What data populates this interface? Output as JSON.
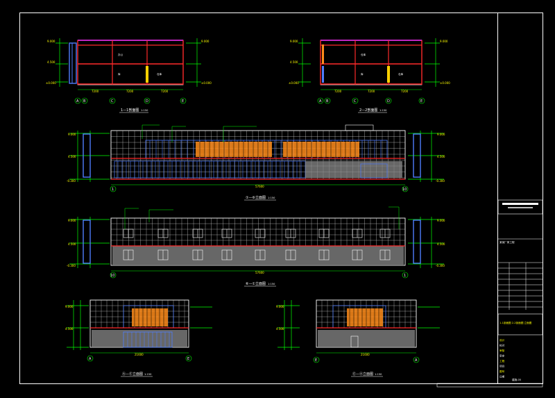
{
  "drawing": {
    "background": "#000000",
    "colors": {
      "frame": "#ffffff",
      "grid": "#ffffff",
      "red": "#ff2a2a",
      "green": "#00ff00",
      "cyan": "#00ffff",
      "blue": "#4f7dff",
      "magenta": "#ff33ff",
      "orange": "#ff8c1a",
      "yellow": "#ffd000",
      "gray": "#8a8a8a"
    },
    "sections": [
      {
        "id": "section-1",
        "title": "1—1剖面图",
        "scale": "1:150",
        "axes": [
          "A",
          "B",
          "C",
          "D",
          "E"
        ],
        "dims": [
          "7200",
          "7200",
          "7200"
        ],
        "rooms": [
          "办公",
          "库",
          "仓库"
        ]
      },
      {
        "id": "section-2",
        "title": "2—2剖面图",
        "scale": "1:150",
        "axes": [
          "A",
          "B",
          "C",
          "D",
          "E"
        ],
        "dims": [
          "7200",
          "7200",
          "7200"
        ],
        "rooms": [
          "仓库",
          "库",
          "仓库"
        ]
      }
    ],
    "elevations": [
      {
        "id": "elevation-front",
        "title": "①—⑥立面图",
        "scale": "1:150",
        "axes": [
          "1",
          "10"
        ],
        "total_dim": "57600"
      },
      {
        "id": "elevation-rear",
        "title": "⑥—①立面图",
        "scale": "1:150",
        "axes": [
          "10",
          "1"
        ],
        "total_dim": "57600"
      },
      {
        "id": "elevation-side-1",
        "title": "Ⓐ—Ⓔ立面图",
        "scale": "1:150",
        "axes": [
          "A",
          "E"
        ],
        "total_dim": "21600"
      },
      {
        "id": "elevation-side-2",
        "title": "Ⓔ—Ⓐ立面图",
        "scale": "1:150",
        "axes": [
          "E",
          "A"
        ],
        "total_dim": "21600"
      }
    ],
    "levels": [
      "±0.000",
      "4.500",
      "9.000",
      "-0.300"
    ],
    "title_block": {
      "project": "某某厂房工程",
      "sheet_title": "1-1剖面图 2-2剖面图 立面图",
      "rows": [
        "设计",
        "校对",
        "审核",
        "审定",
        "工程",
        "项目",
        "图号",
        "日期"
      ],
      "sheet_no": "建施-05"
    }
  }
}
